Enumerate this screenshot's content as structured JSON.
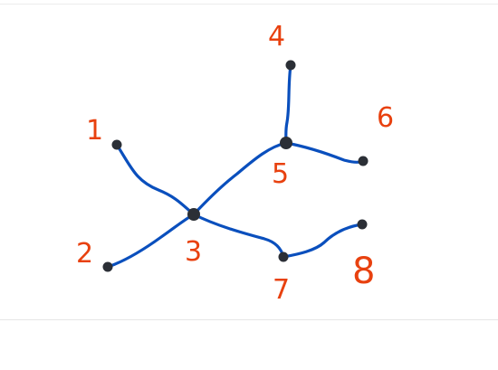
{
  "diagram": {
    "edge_color": "#0a4fbd",
    "node_color": "#2b2f36",
    "label_color": "#e8410f",
    "nodes": [
      {
        "id": "n1",
        "label": "1"
      },
      {
        "id": "n2",
        "label": "2"
      },
      {
        "id": "n3",
        "label": "3"
      },
      {
        "id": "n4",
        "label": "4"
      },
      {
        "id": "n5",
        "label": "5"
      },
      {
        "id": "n6",
        "label": "6"
      },
      {
        "id": "n7",
        "label": "7"
      },
      {
        "id": "n8",
        "label": "8"
      }
    ],
    "edges": [
      {
        "from": "n1",
        "to": "n3"
      },
      {
        "from": "n2",
        "to": "n3"
      },
      {
        "from": "n3",
        "to": "n5"
      },
      {
        "from": "n3",
        "to": "n7"
      },
      {
        "from": "n4",
        "to": "n5"
      },
      {
        "from": "n5",
        "to": "n6"
      },
      {
        "from": "n7",
        "to": "n8"
      }
    ]
  }
}
